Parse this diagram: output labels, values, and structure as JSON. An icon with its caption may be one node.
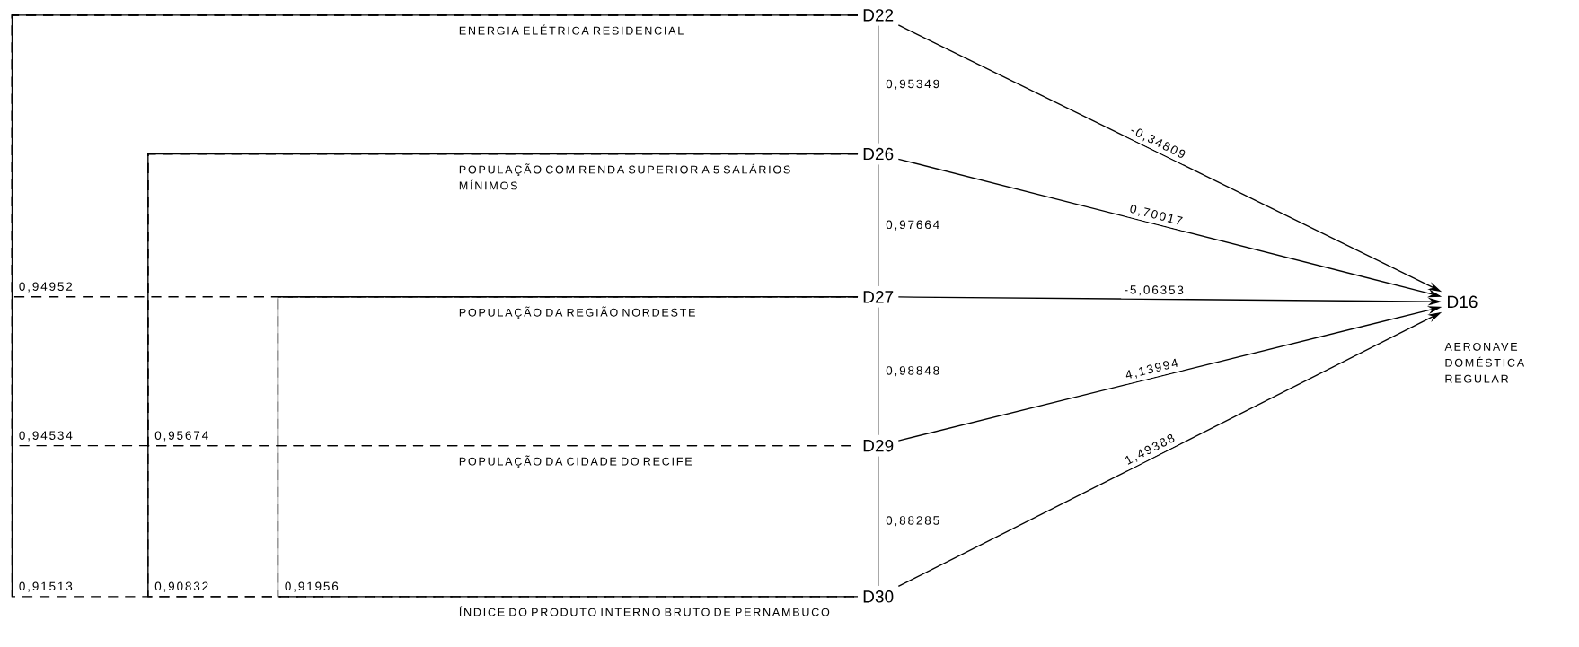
{
  "diagram": {
    "nodes": [
      {
        "text": [
          "D22"
        ]
      },
      {
        "text": [
          "D26"
        ]
      },
      {
        "text": [
          "D27"
        ]
      },
      {
        "text": [
          "D29"
        ]
      },
      {
        "text": [
          "D30"
        ]
      },
      {
        "text": [
          "D16"
        ],
        "beside": [
          "AERONAVE DOMÉSTICA REGULAR"
        ]
      }
    ],
    "edges": [
      {
        "from": 0,
        "to": 5,
        "arrow": "to",
        "label": "-0,34809"
      },
      {
        "from": 1,
        "to": 5,
        "arrow": "to",
        "label": "0,70017"
      },
      {
        "from": 2,
        "to": 5,
        "arrow": "to",
        "label": "-5,06353"
      },
      {
        "from": 3,
        "to": 5,
        "arrow": "to",
        "label": "4,13994"
      },
      {
        "from": 4,
        "to": 5,
        "arrow": "to",
        "label": "1,49388"
      },
      {
        "from": 0,
        "to": 1,
        "arrow": "none",
        "label": "0,95349"
      },
      {
        "from": 1,
        "to": 2,
        "arrow": "none",
        "label": "0,97664"
      },
      {
        "from": 2,
        "to": 3,
        "arrow": "none",
        "label": "0,98848"
      },
      {
        "from": 3,
        "to": 4,
        "arrow": "none",
        "label": "0,88285"
      },
      {
        "from": 0,
        "to": 2,
        "arrow": "none",
        "style": "dashed",
        "label": "0,94952"
      },
      {
        "from": 0,
        "to": 3,
        "arrow": "none",
        "style": "dashed",
        "label": "0,94534"
      },
      {
        "from": 0,
        "to": 4,
        "arrow": "none",
        "style": "dashed",
        "label": "0,91513"
      },
      {
        "from": 1,
        "to": 3,
        "arrow": "none",
        "style": "dashed",
        "label": "0,95674"
      },
      {
        "from": 1,
        "to": 4,
        "arrow": "none",
        "style": "dashed",
        "label": "0,90832"
      },
      {
        "from": 2,
        "to": 4,
        "arrow": "none",
        "style": "dashed",
        "label": "0,91956"
      }
    ],
    "labels": [
      "ENERGIA ELÉTRICA RESIDENCIAL",
      "POPULAÇÃO COM RENDA SUPERIOR A 5 SALÁRIOS MÍNIMOS",
      "POPULAÇÃO DA REGIÃO NORDESTE",
      "POPULAÇÃO DA CIDADE DO RECIFE",
      "ÍNDICE DO PRODUTO INTERNO BRUTO DE PERNAMBUCO"
    ]
  }
}
